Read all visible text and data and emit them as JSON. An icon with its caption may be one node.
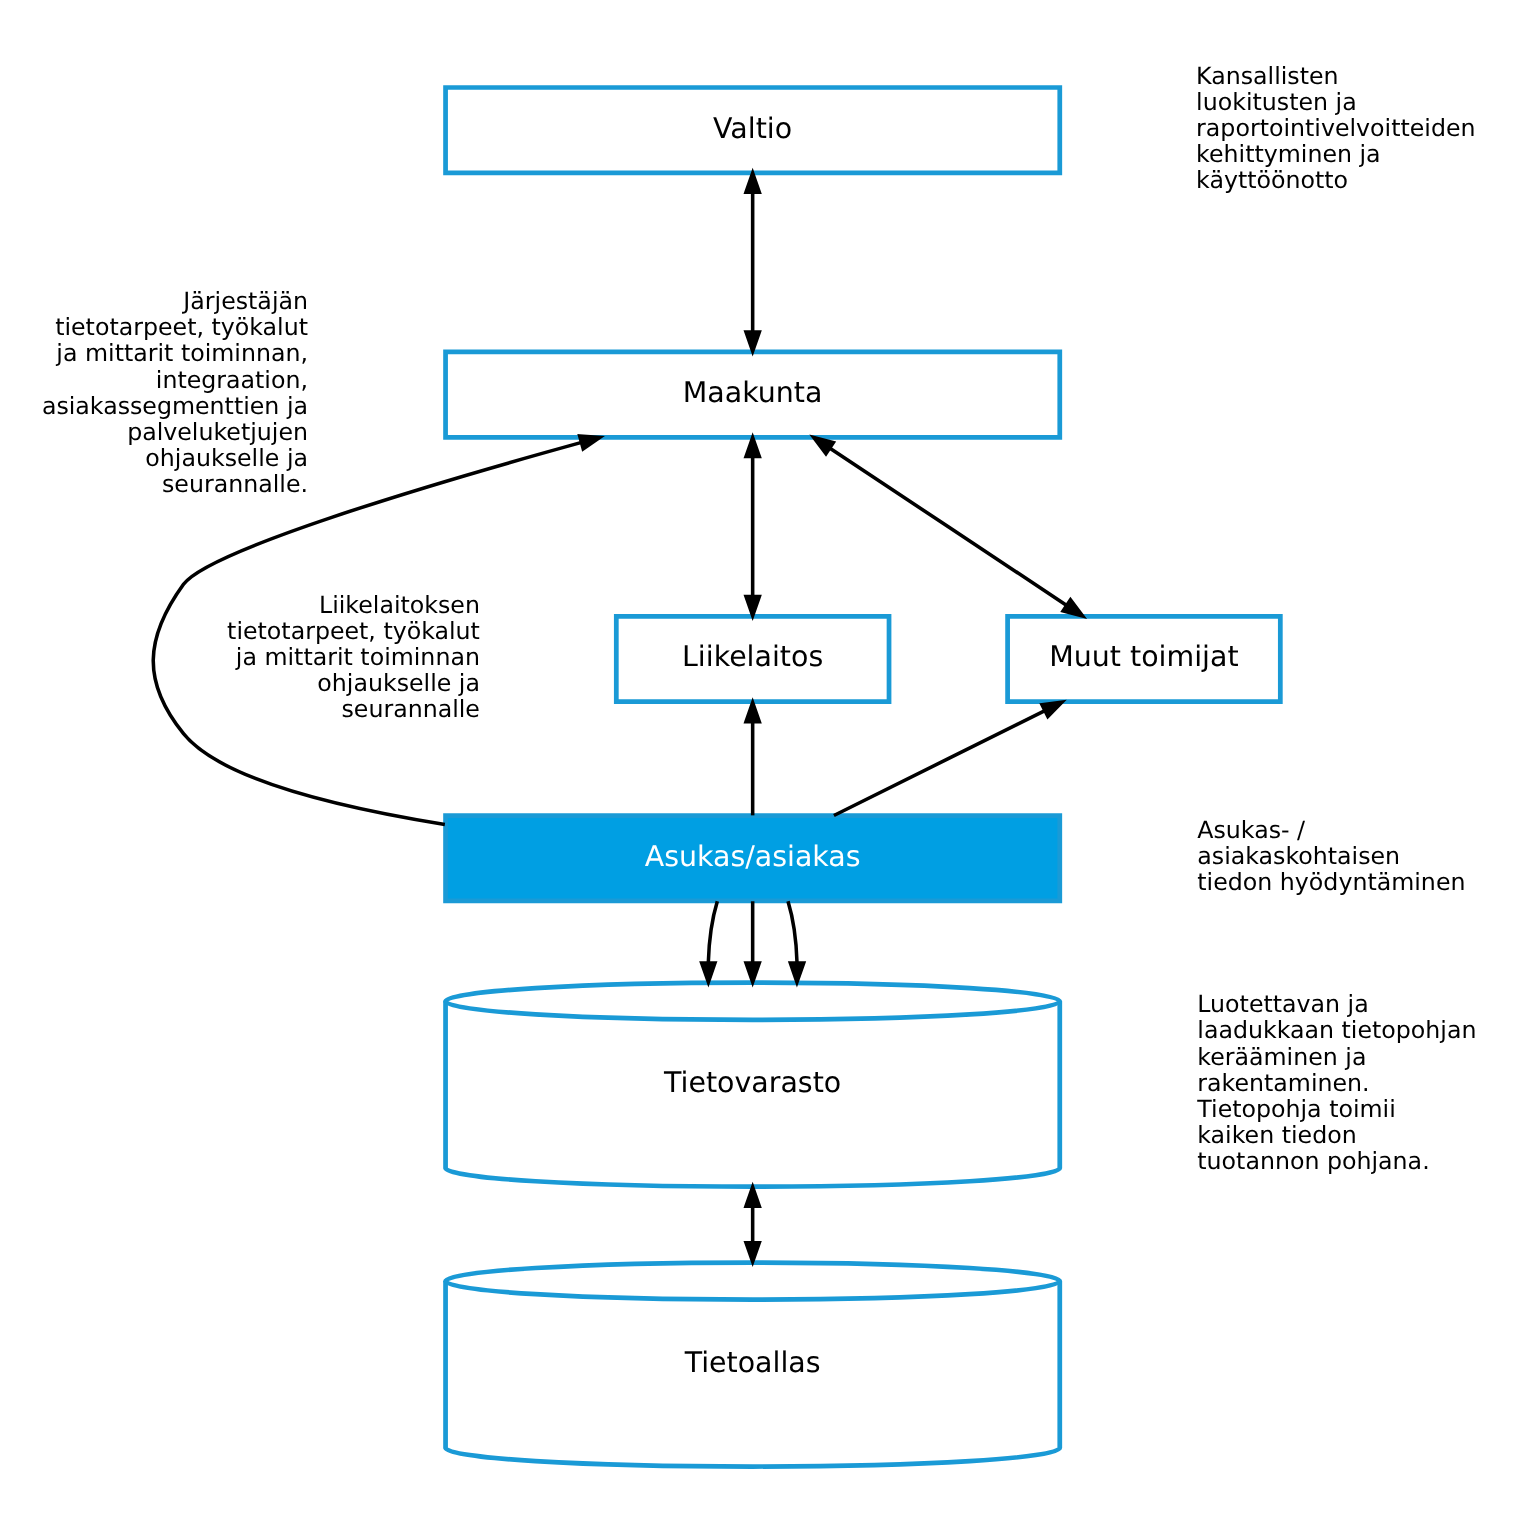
{
  "diagram": {
    "nodes": [
      {
        "text": [
          "Valtio"
        ]
      },
      {
        "text": [
          "Maakunta"
        ]
      },
      {
        "text": [
          "Liikelaitos"
        ]
      },
      {
        "text": [
          "Muut toimijat"
        ]
      },
      {
        "text": [
          "Asukas/asiakas"
        ]
      },
      {
        "text": [
          "Tietovarasto"
        ]
      },
      {
        "text": [
          "Tietoallas"
        ]
      }
    ],
    "edges": [
      {
        "from": 0,
        "to": 1,
        "arrow": "both"
      },
      {
        "from": 1,
        "to": 2,
        "arrow": "both"
      },
      {
        "from": 4,
        "to": 1,
        "arrow": "to"
      },
      {
        "from": 1,
        "to": 3,
        "arrow": "both"
      },
      {
        "from": 4,
        "to": 2,
        "arrow": "to"
      },
      {
        "from": 4,
        "to": 3,
        "arrow": "to"
      },
      {
        "from": 4,
        "to": 5,
        "arrow": "to"
      },
      {
        "from": 4,
        "to": 5,
        "arrow": "to"
      },
      {
        "from": 4,
        "to": 5,
        "arrow": "to"
      },
      {
        "from": 5,
        "to": 6,
        "arrow": "both"
      }
    ],
    "labels": [
      "Järjestäjän tietotarpeet, työkalut ja mittarit toiminnan, integraation, asiakassegmenttien ja palveluketjujen ohjaukselle ja seurannalle.",
      "Kansallisten luokitusten ja raportointivelvoitteiden kehittyminen ja käyttöönotto",
      "Liikelaitoksen tietotarpeet, työkalut ja mittarit toiminnan ohjaukselle ja seurannalle",
      "Asukas- / asiakaskohtaisen tiedon hyödyntäminen",
      "Luotettavan ja laadukkaan tietopohjan kerääminen ja rakentaminen. Tietopohja toimii kaiken tiedon tuotannon pohjana."
    ]
  }
}
